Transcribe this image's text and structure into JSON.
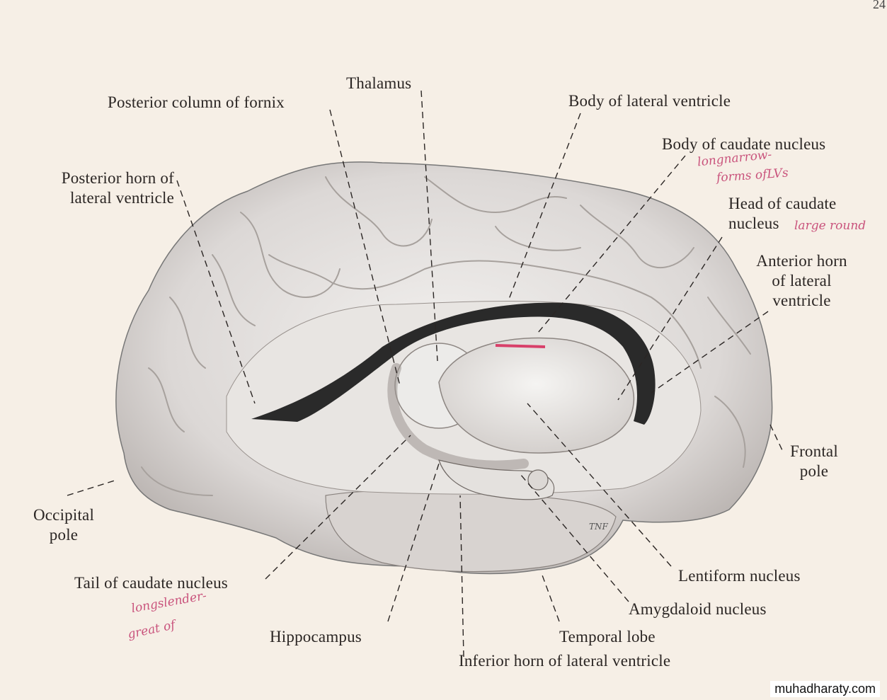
{
  "page_number": "24",
  "watermark": "muhadharaty.com",
  "illustration": {
    "subject": "brain-lateral-view-ventricles-basal-ganglia",
    "signature": "TNF"
  },
  "labels": {
    "thalamus": "Thalamus",
    "posterior_column_fornix": "Posterior column of fornix",
    "body_lateral_ventricle": "Body of lateral ventricle",
    "body_caudate_nucleus": "Body of caudate nucleus",
    "posterior_horn_1": "Posterior horn of",
    "posterior_horn_2": "lateral ventricle",
    "head_caudate_1": "Head of caudate",
    "head_caudate_2": "nucleus",
    "anterior_horn_1": "Anterior horn",
    "anterior_horn_2": "of lateral",
    "anterior_horn_3": "ventricle",
    "frontal_pole_1": "Frontal",
    "frontal_pole_2": "pole",
    "occipital_pole_1": "Occipital",
    "occipital_pole_2": "pole",
    "tail_caudate": "Tail of caudate nucleus",
    "lentiform": "Lentiform nucleus",
    "amygdaloid": "Amygdaloid nucleus",
    "hippocampus": "Hippocampus",
    "temporal_lobe": "Temporal lobe",
    "inferior_horn": "Inferior horn of lateral ventricle"
  },
  "handwritten": {
    "note_1": "longnarrow-",
    "note_2": "forms ofLVs",
    "note_3": "large round",
    "note_4": "longslender-",
    "note_5": "great of"
  },
  "colors": {
    "paper": "#f6efe6",
    "ink": "#2b2624",
    "annotation": "#c2386a",
    "ventricle": "#2a2a2a"
  }
}
